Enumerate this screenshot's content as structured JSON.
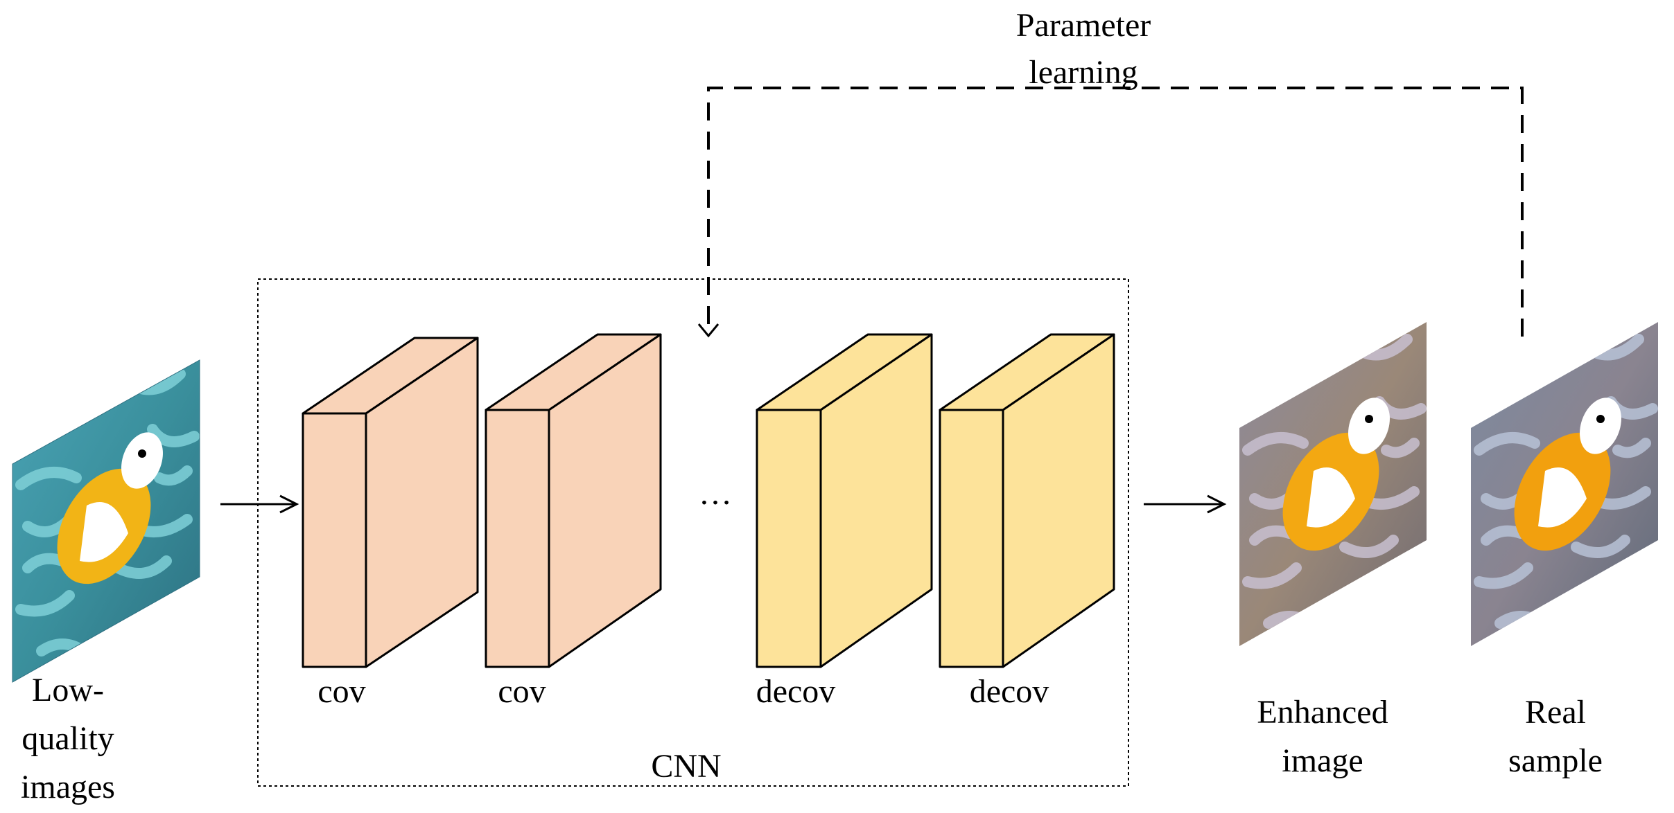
{
  "diagram": {
    "input_label": [
      "Low-",
      "quality",
      "images"
    ],
    "layer_labels": [
      "cov",
      "cov",
      "decov",
      "decov"
    ],
    "ellipsis": "…",
    "group_label": "CNN",
    "feedback_label": [
      "Parameter",
      "learning"
    ],
    "output_label": [
      "Enhanced",
      "image"
    ],
    "reference_label": [
      "Real",
      "sample"
    ]
  },
  "colors": {
    "conv_block": "#f9d3b8",
    "deconv_block": "#fde39a",
    "stroke": "#000000"
  }
}
